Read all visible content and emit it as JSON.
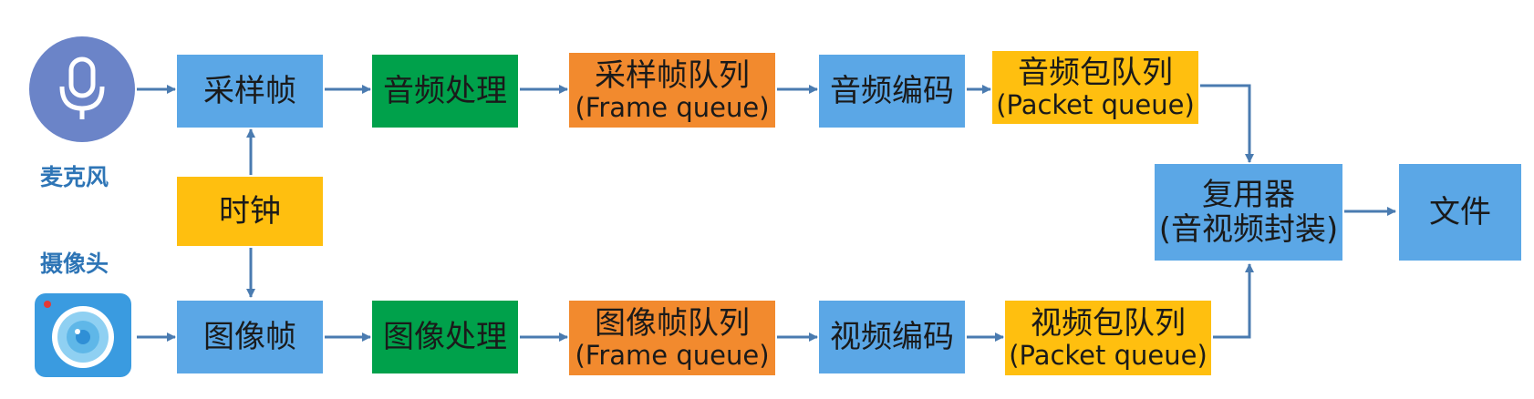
{
  "microphone": {
    "label": "麦克风",
    "icon": "microphone-icon",
    "color": "#6b84c8"
  },
  "camera": {
    "label": "摄像头",
    "icon": "camera-icon",
    "color": "#3a9be0"
  },
  "audio": {
    "sample_frame": "采样帧",
    "processing": "音频处理",
    "frame_queue": {
      "title": "采样帧队列",
      "sub": "(Frame queue)"
    },
    "encoding": "音频编码",
    "packet_queue": {
      "title": "音频包队列",
      "sub": "(Packet queue)"
    }
  },
  "clock": "时钟",
  "video": {
    "image_frame": "图像帧",
    "processing": "图像处理",
    "frame_queue": {
      "title": "图像帧队列",
      "sub": "(Frame queue)"
    },
    "encoding": "视频编码",
    "packet_queue": {
      "title": "视频包队列",
      "sub": "(Packet queue)"
    }
  },
  "muxer": {
    "title": "复用器",
    "sub": "(音视频封装)"
  },
  "file": "文件",
  "colors": {
    "blue": "#5ba7e6",
    "green": "#00a14b",
    "orange": "#f28a2e",
    "yellow": "#ffbf0f",
    "arrow": "#4a7bb0"
  }
}
